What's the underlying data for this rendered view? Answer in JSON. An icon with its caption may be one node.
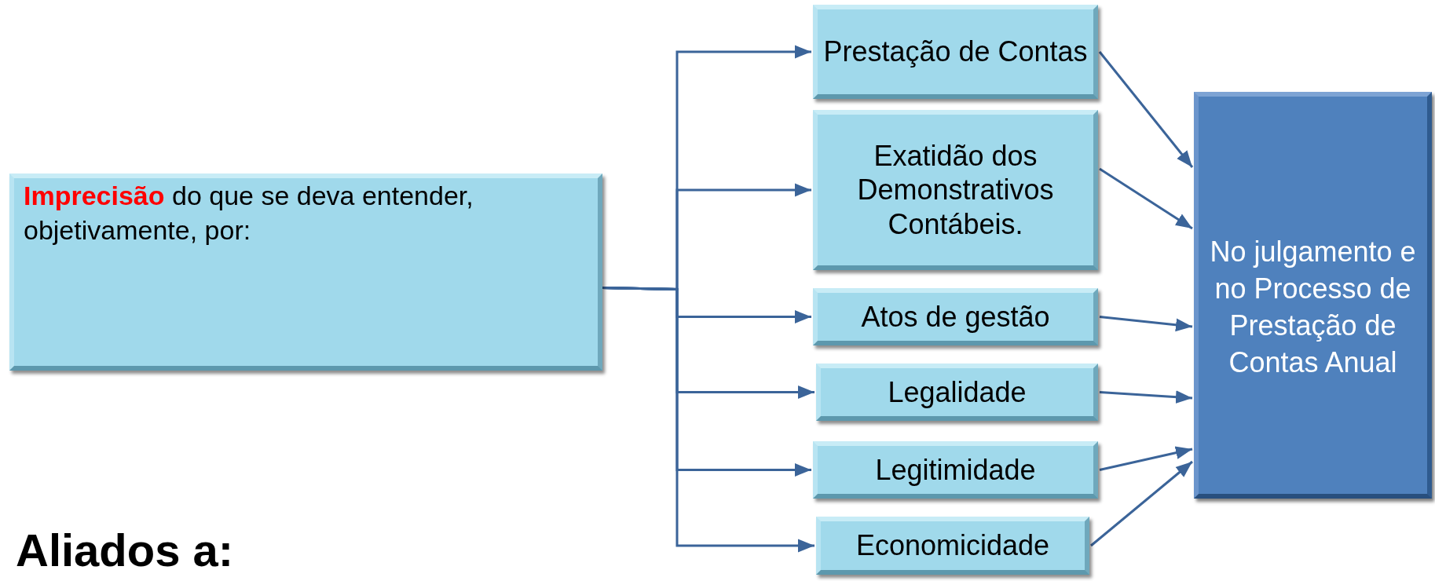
{
  "diagram": {
    "nodes": [
      {
        "text": [
          "**Imprecisão** do que se deva entender, objetivamente, por:"
        ]
      },
      {
        "text": [
          "Prestação de Contas"
        ]
      },
      {
        "text": [
          "Exatidão dos Demonstrativos Contábeis."
        ]
      },
      {
        "text": [
          "Atos de gestão"
        ]
      },
      {
        "text": [
          "Legalidade"
        ]
      },
      {
        "text": [
          "Legitimidade"
        ]
      },
      {
        "text": [
          "Economicidade"
        ]
      },
      {
        "text": [
          "No julgamento e no Processo de Prestação de Contas Anual"
        ]
      }
    ],
    "edges": [
      {
        "from": 0,
        "to": 1,
        "arrow": "to"
      },
      {
        "from": 0,
        "to": 2,
        "arrow": "to"
      },
      {
        "from": 0,
        "to": 3,
        "arrow": "to"
      },
      {
        "from": 0,
        "to": 4,
        "arrow": "to"
      },
      {
        "from": 0,
        "to": 5,
        "arrow": "to"
      },
      {
        "from": 0,
        "to": 6,
        "arrow": "to"
      },
      {
        "from": 1,
        "to": 7,
        "arrow": "to"
      },
      {
        "from": 2,
        "to": 7,
        "arrow": "to"
      },
      {
        "from": 3,
        "to": 7,
        "arrow": "to"
      },
      {
        "from": 4,
        "to": 7,
        "arrow": "to"
      },
      {
        "from": 5,
        "to": 7,
        "arrow": "to"
      },
      {
        "from": 6,
        "to": 7,
        "arrow": "to"
      }
    ],
    "labels": [
      "Aliados a:"
    ]
  }
}
